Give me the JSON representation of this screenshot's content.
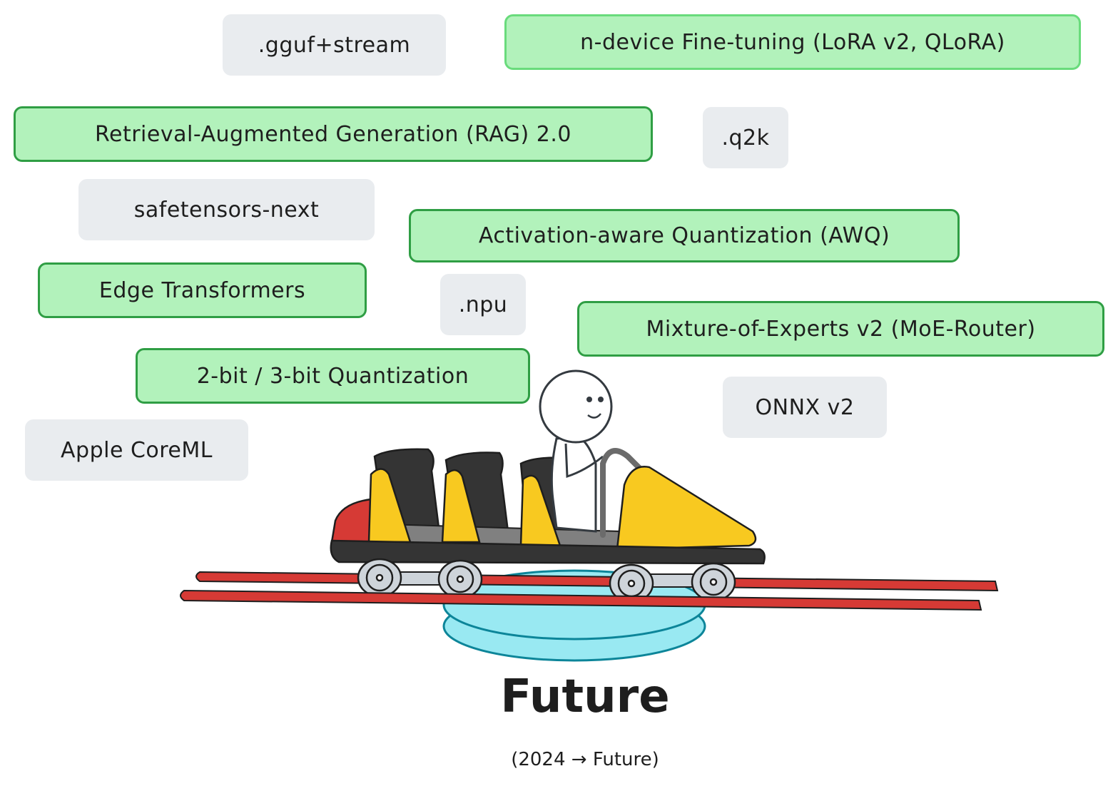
{
  "era": {
    "title": "Future",
    "range": "(2024 → Future)"
  },
  "colors": {
    "new_fill": "#b2f2bb",
    "new_border": "#2f9e44",
    "format_fill": "#e9ecef",
    "car_yellow": "#f8c920",
    "car_black": "#343434",
    "rail_red": "#d63a35",
    "platform_cyan": "#99e9f2"
  },
  "technologies": [
    {
      "label": "n-device Fine-tuning (LoRA v2, QLoRA)",
      "kind": "new"
    },
    {
      "label": "Retrieval-Augmented Generation (RAG) 2.0",
      "kind": "new"
    },
    {
      "label": "Activation-aware Quantization (AWQ)",
      "kind": "new"
    },
    {
      "label": "Edge Transformers",
      "kind": "new"
    },
    {
      "label": "Mixture-of-Experts v2 (MoE-Router)",
      "kind": "new"
    },
    {
      "label": "2-bit / 3-bit Quantization",
      "kind": "new"
    }
  ],
  "formats": [
    {
      "label": ".gguf+stream"
    },
    {
      "label": ".q2k"
    },
    {
      "label": "safetensors-next"
    },
    {
      "label": ".npu"
    },
    {
      "label": "ONNX v2"
    },
    {
      "label": "Apple CoreML"
    }
  ],
  "illustration": {
    "subject": "stick figure riding a roller coaster car on rails above a cyan platform"
  }
}
